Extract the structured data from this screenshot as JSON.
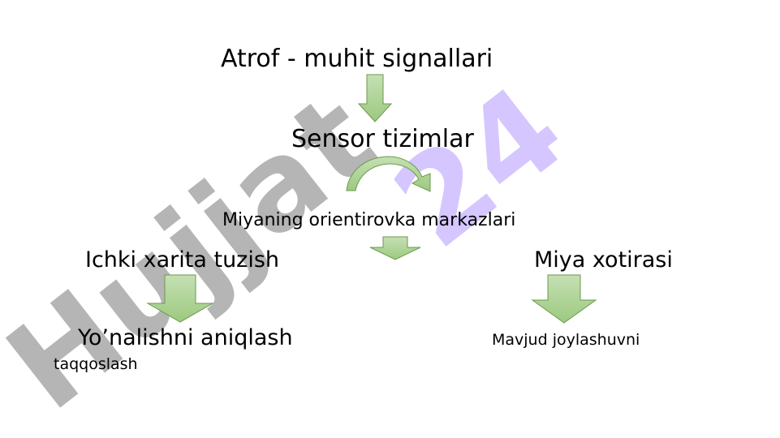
{
  "watermark": {
    "word": "Hujjat",
    "number": "24"
  },
  "diagram": {
    "top_label": "Atrof - muhit signallari",
    "sensor_label": "Sensor tizimlar",
    "center_label": "Miyaning orientirovka markazlari",
    "left_label": "Ichki xarita tuzish",
    "right_label": "Miya xotirasi",
    "left_result": "Yo’nalishni aniqlash",
    "right_result_line1": "Mavjud joylashuvni",
    "right_result_line2": "taqqoslash"
  },
  "colors": {
    "arrow_fill": "#a9d18e",
    "arrow_stroke": "#507e32",
    "watermark_gray": "#9d9d9d",
    "watermark_violet": "#c7b3ff"
  }
}
